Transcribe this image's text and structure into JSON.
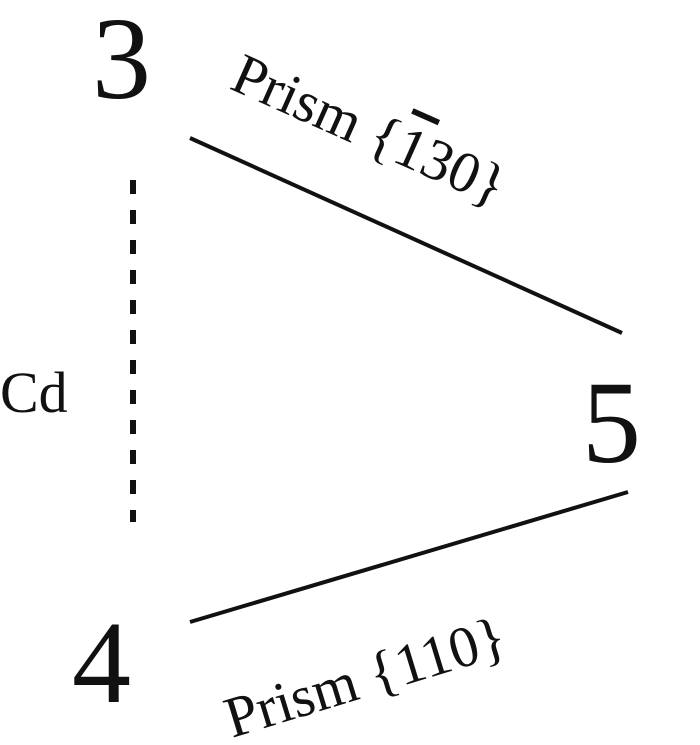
{
  "nodes": {
    "n3": "3",
    "n4": "4",
    "n5": "5"
  },
  "edges": {
    "top": {
      "prefix": "Prism {",
      "bar_index": "1",
      "rest": "30}"
    },
    "bottom": {
      "label": "Prism {110}"
    },
    "dashed": {
      "label": "Cd"
    }
  },
  "colors": {
    "ink": "#111111"
  }
}
